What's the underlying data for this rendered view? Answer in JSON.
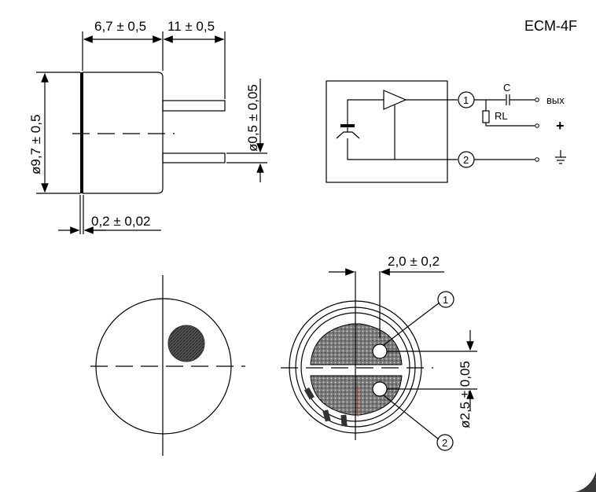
{
  "title": "ECM-4F",
  "dimensions": {
    "length": "6,7 ± 0,5",
    "lead_length": "11 ± 0,5",
    "diameter": "ø9,7 ± 0,5",
    "lead_diameter": "ø0,5 ± 0,05",
    "membrane": "0,2 ± 0,02",
    "pad_spacing": "2,0 ± 0,2",
    "pad_diameter": "ø2,5 ± 0,05"
  },
  "schematic": {
    "pin1": "1",
    "pin2": "2",
    "capacitor": "C",
    "resistor": "RL",
    "output": "вых",
    "plus": "+"
  },
  "bottom_view": {
    "pin1": "1",
    "pin2": "2"
  }
}
